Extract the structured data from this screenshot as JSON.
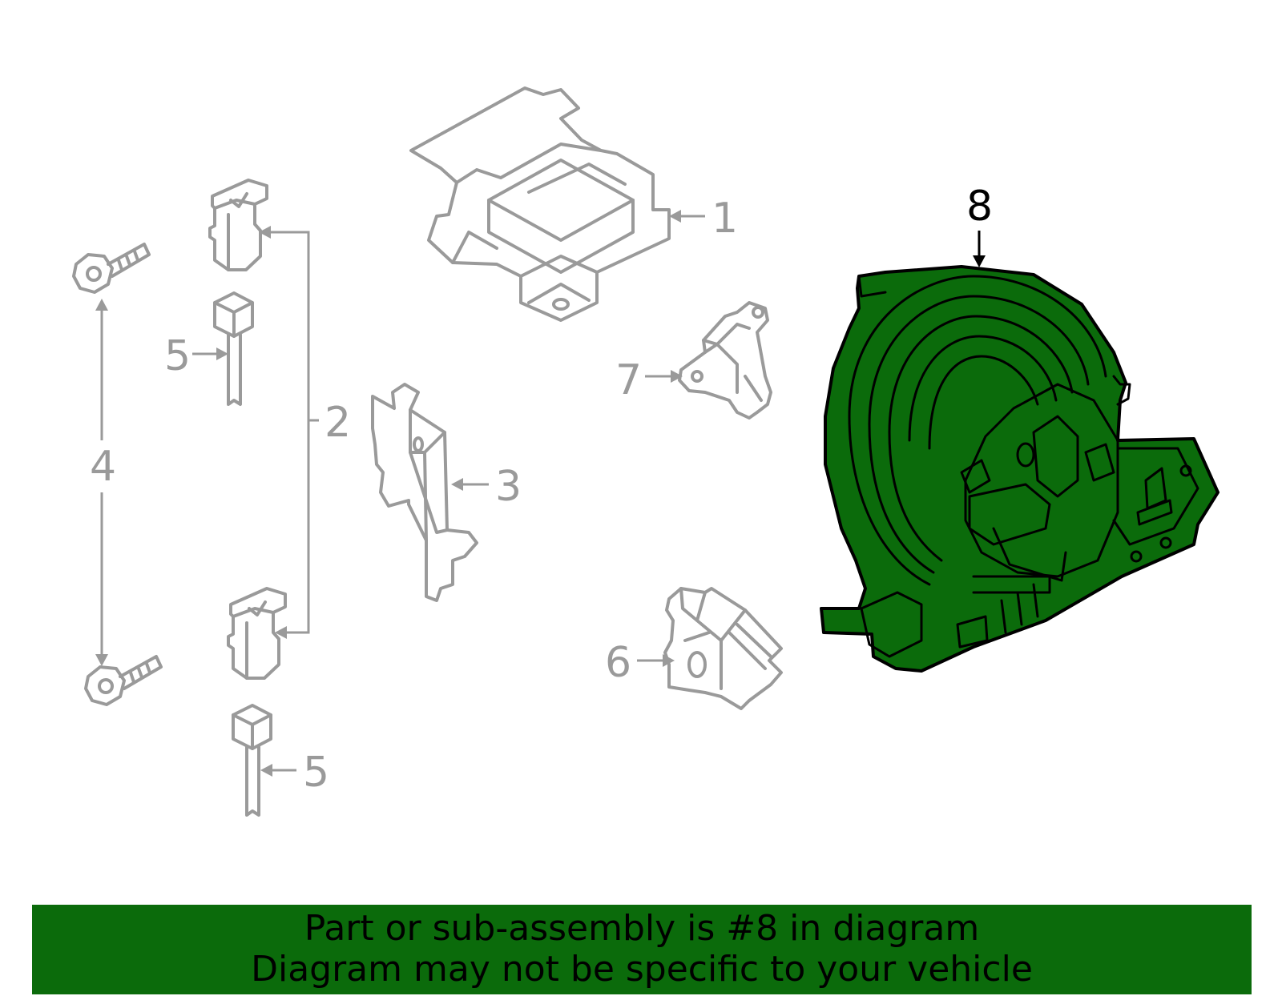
{
  "callouts": {
    "c1": "1",
    "c2": "2",
    "c3": "3",
    "c4": "4",
    "c5a": "5",
    "c5b": "5",
    "c6": "6",
    "c7": "7",
    "c8": "8"
  },
  "highlighted_part": "8",
  "colors": {
    "highlight": "#0b6b0b",
    "other_parts": "#9a9a9a",
    "banner": "#0b6b0b"
  },
  "banner": {
    "line1": "Part or sub-assembly is #8 in diagram",
    "line2": "Diagram may not be specific to your vehicle"
  }
}
